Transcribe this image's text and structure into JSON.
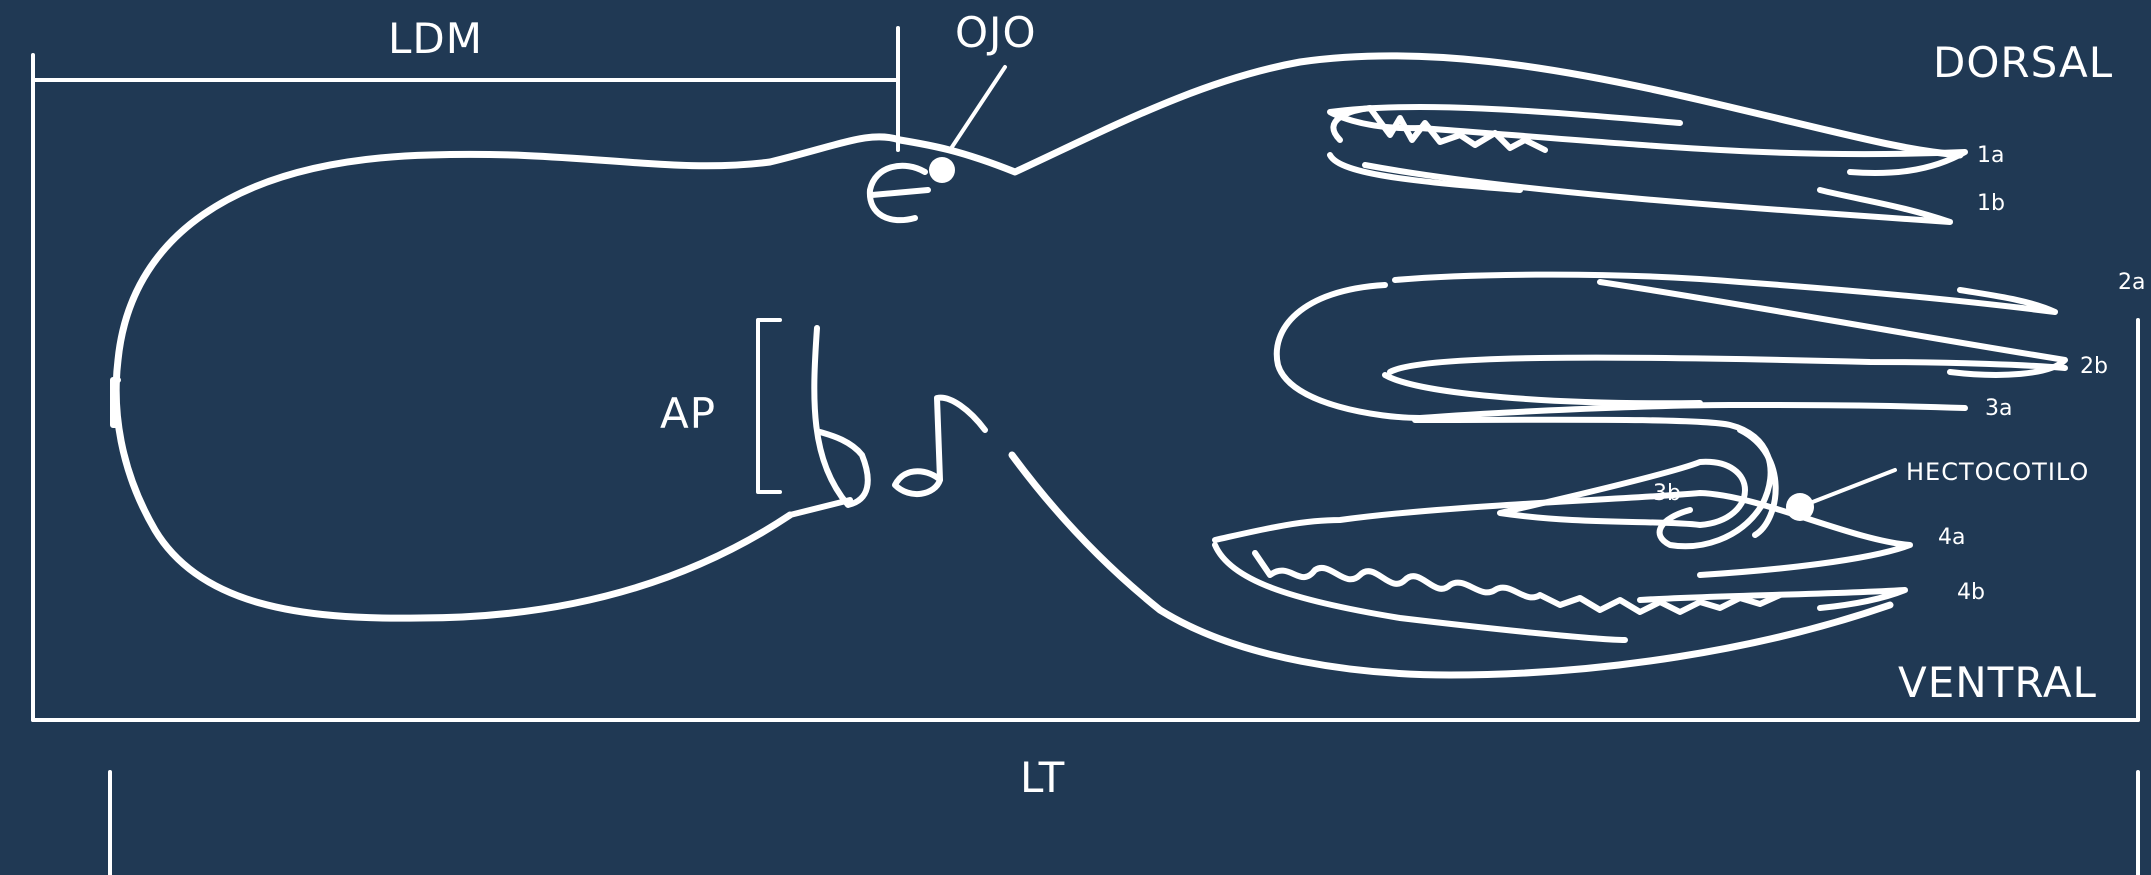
{
  "colors": {
    "background": "#203954",
    "ink": "#ffffff"
  },
  "labels": {
    "ldm": "LDM",
    "ojo": "OJO",
    "dorsal": "DORSAL",
    "ventral": "VENTRAL",
    "ap": "AP",
    "lt": "LT",
    "hectocotilo": "HECTOCOTILO",
    "arm_1a": "1a",
    "arm_1b": "1b",
    "arm_2a": "2a",
    "arm_2b": "2b",
    "arm_3a": "3a",
    "arm_3b": "3b",
    "arm_4a": "4a",
    "arm_4b": "4b"
  }
}
